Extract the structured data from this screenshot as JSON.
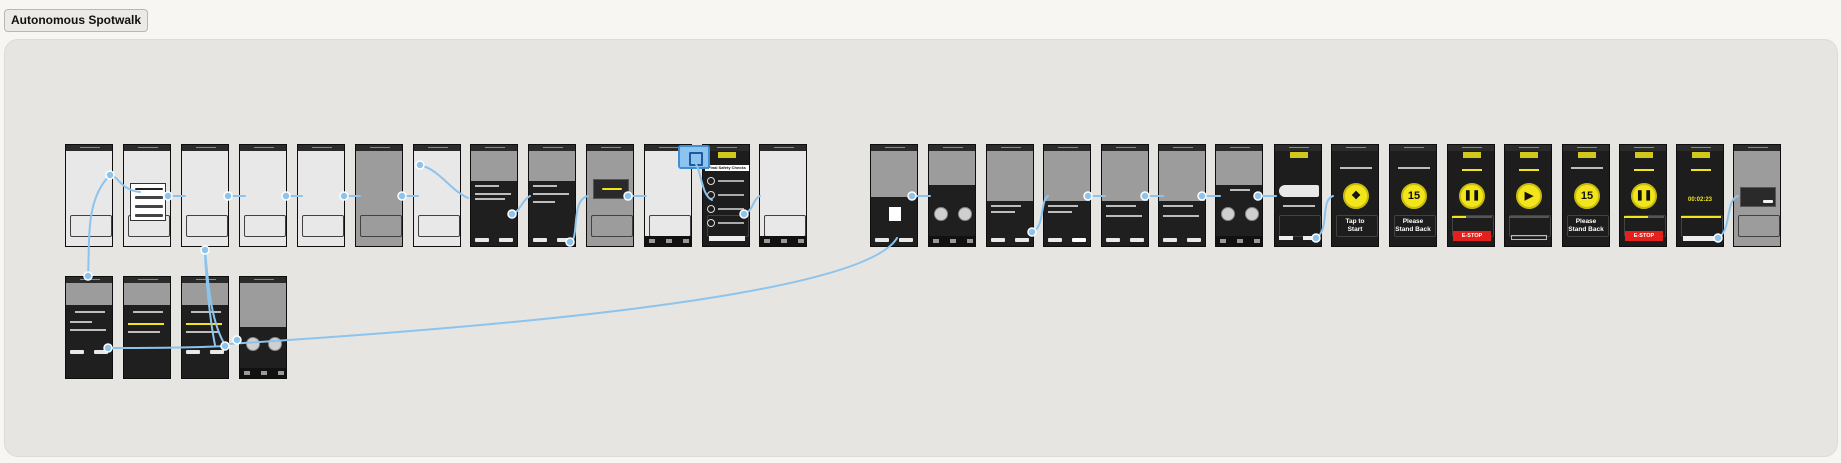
{
  "board": {
    "title": "Autonomous Spotwalk"
  },
  "screens": {
    "tap_to_start": {
      "line1": "Tap to",
      "line2": "Start"
    },
    "countdown_a": {
      "number": "15",
      "line1": "Please",
      "line2": "Stand Back"
    },
    "countdown_b": {
      "number": "15",
      "line1": "Please",
      "line2": "Stand Back"
    },
    "estop_a": {
      "label": "E-STOP"
    },
    "estop_b": {
      "label": "E-STOP"
    },
    "timer": {
      "value": "00:02:23"
    },
    "safety_checklist": {
      "title": "Final Safety Checks"
    }
  },
  "progress": {
    "run_a": 0.35,
    "run_b": 0.6
  },
  "colors": {
    "accent": "#f2e51b",
    "danger": "#e3201b",
    "connector": "#8cc4ee"
  },
  "icons": {
    "link": "link-node-icon",
    "spot": "spot-robot-icon",
    "pause": "pause-icon",
    "play": "play-icon"
  }
}
